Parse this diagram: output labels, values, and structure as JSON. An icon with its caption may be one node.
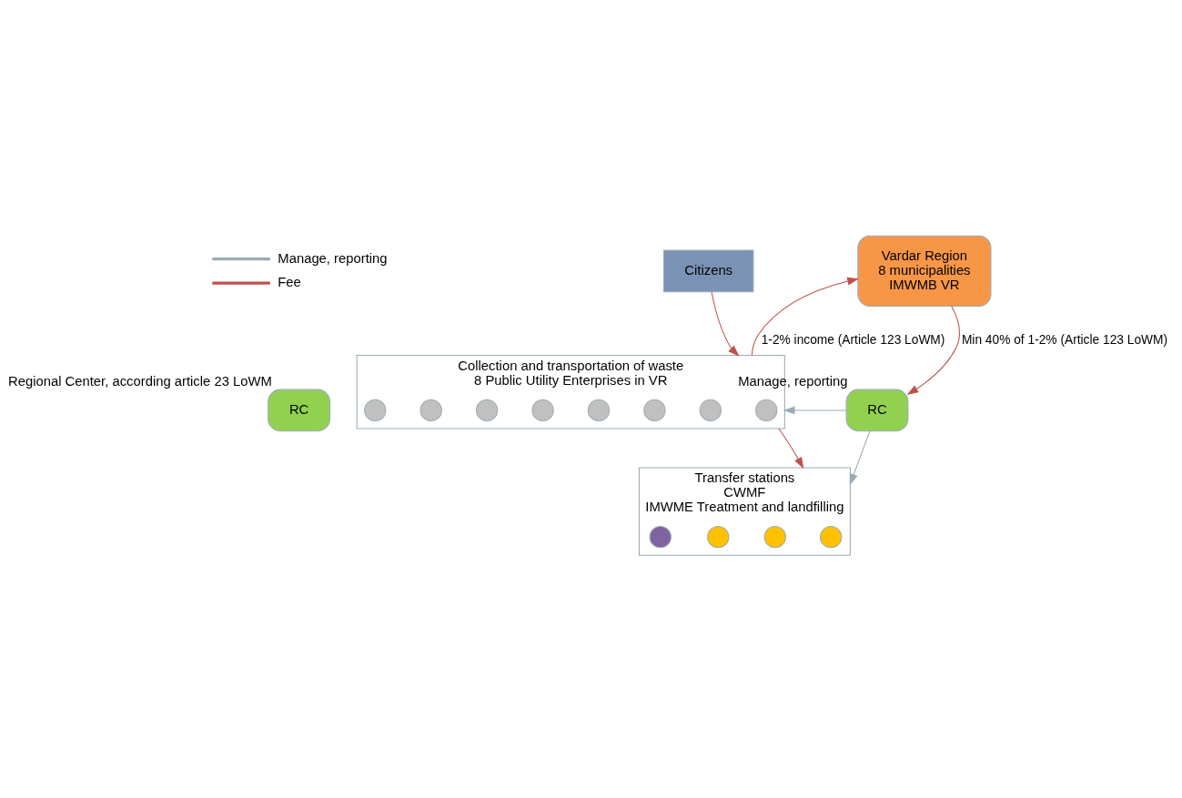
{
  "diagram": {
    "nodes": [
      {
        "text": [
          "RC"
        ],
        "beside": [
          "Regional Center, according article 23 LoWM"
        ]
      },
      {
        "text": [
          "Citizens"
        ]
      },
      {
        "text": [
          "8 Public Utility Enterprises in VR"
        ],
        "beside": [
          "Collection and transportation of waste"
        ]
      },
      {
        "text": [],
        "shape": "circle",
        "in": 2
      },
      {
        "text": [],
        "shape": "circle",
        "in": 2
      },
      {
        "text": [],
        "shape": "circle",
        "in": 2
      },
      {
        "text": [],
        "shape": "circle",
        "in": 2
      },
      {
        "text": [],
        "shape": "circle",
        "in": 2
      },
      {
        "text": [],
        "shape": "circle",
        "in": 2
      },
      {
        "text": [],
        "shape": "circle",
        "in": 2
      },
      {
        "text": [],
        "shape": "circle",
        "in": 2
      },
      {
        "text": [
          "Vardar Region",
          "8 municipalities",
          "IMWMB VR"
        ]
      },
      {
        "text": [
          "Transfer stations",
          "CWMF",
          "IMWME Treatment and landfilling"
        ]
      },
      {
        "text": [],
        "shape": "circle",
        "in": 12
      },
      {
        "text": [],
        "shape": "circle",
        "in": 12
      },
      {
        "text": [],
        "shape": "circle",
        "in": 12
      },
      {
        "text": [],
        "shape": "circle",
        "in": 12
      },
      {
        "text": [
          "RC"
        ],
        "beside": [
          "Manage, reporting"
        ]
      }
    ],
    "edges": [
      {
        "from": 1,
        "to": 2,
        "arrow": "to"
      },
      {
        "from": 2,
        "to": 11,
        "arrow": "to",
        "label": "1-2% income (Article 123 LoWM)"
      },
      {
        "from": 2,
        "to": 12,
        "arrow": "to"
      },
      {
        "from": 11,
        "to": 17,
        "arrow": "to",
        "label": "Min 40% of 1-2% (Article 123 LoWM)"
      },
      {
        "from": 17,
        "to": 12,
        "arrow": "to",
        "color": "#9aabb5"
      },
      {
        "from": 17,
        "to": 2,
        "arrow": "to",
        "color": "#9aabb5"
      }
    ],
    "legend": [
      {
        "text": "Manage, reporting"
      },
      {
        "text": "Fee"
      }
    ]
  }
}
